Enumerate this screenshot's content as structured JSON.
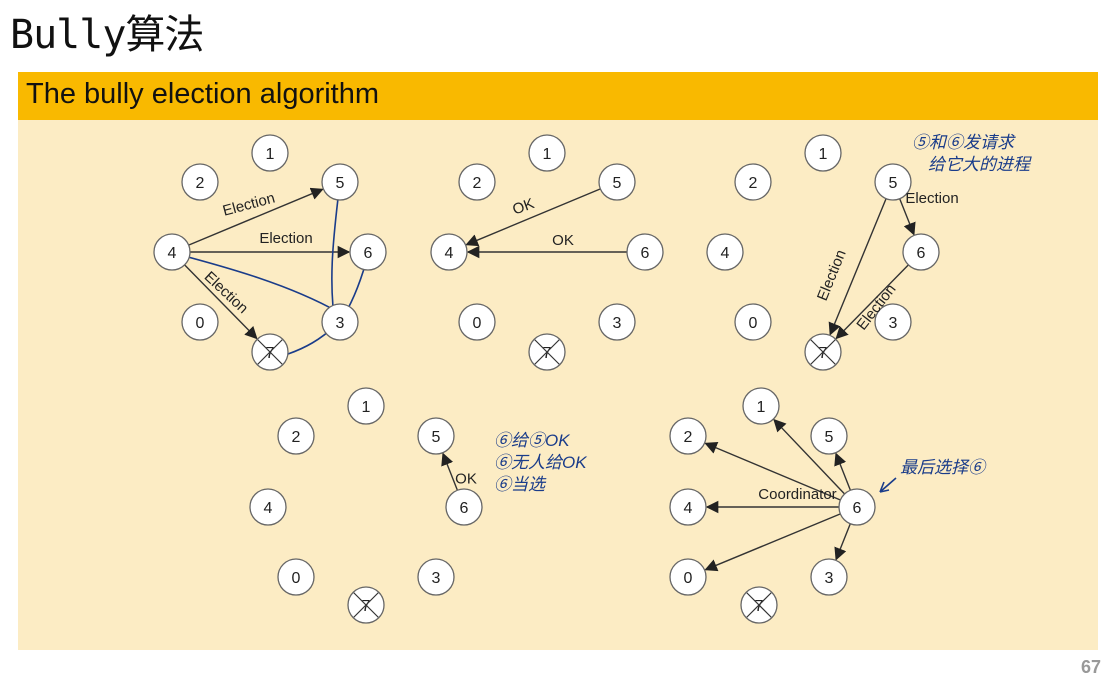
{
  "slide": {
    "title": "Bully算法",
    "page_number": "67"
  },
  "panel": {
    "title": "The bully election algorithm"
  },
  "colors": {
    "header": "#f9b900",
    "panel_bg": "#fcecc4",
    "ink": "#1a3c8a",
    "node_fill": "#ffffff",
    "node_stroke": "#666666"
  },
  "diagrams": [
    {
      "id": "step-1",
      "nodes": [
        "1",
        "2",
        "5",
        "4",
        "6",
        "0",
        "3",
        "7"
      ],
      "crashed": [
        "7"
      ],
      "messages": [
        {
          "from": "4",
          "to": "5",
          "label": "Election"
        },
        {
          "from": "4",
          "to": "6",
          "label": "Election"
        },
        {
          "from": "4",
          "to": "7",
          "label": "Election"
        }
      ]
    },
    {
      "id": "step-2",
      "nodes": [
        "1",
        "2",
        "5",
        "4",
        "6",
        "0",
        "3",
        "7"
      ],
      "crashed": [
        "7"
      ],
      "messages": [
        {
          "from": "5",
          "to": "4",
          "label": "OK"
        },
        {
          "from": "6",
          "to": "4",
          "label": "OK"
        }
      ]
    },
    {
      "id": "step-3",
      "nodes": [
        "1",
        "2",
        "5",
        "4",
        "6",
        "0",
        "3",
        "7"
      ],
      "crashed": [
        "7"
      ],
      "messages": [
        {
          "from": "5",
          "to": "6",
          "label": "Election"
        },
        {
          "from": "5",
          "to": "7",
          "label": "Election"
        },
        {
          "from": "6",
          "to": "7",
          "label": "Election"
        }
      ],
      "annotation": [
        "⑤和⑥发请求",
        "给它大的进程"
      ]
    },
    {
      "id": "step-4",
      "nodes": [
        "1",
        "2",
        "5",
        "4",
        "6",
        "0",
        "3",
        "7"
      ],
      "crashed": [
        "7"
      ],
      "messages": [
        {
          "from": "6",
          "to": "5",
          "label": "OK"
        }
      ],
      "annotation": [
        "⑥给⑤OK",
        "⑥无人给OK",
        "⑥当选"
      ]
    },
    {
      "id": "step-5",
      "nodes": [
        "1",
        "2",
        "5",
        "4",
        "6",
        "0",
        "3",
        "7"
      ],
      "crashed": [
        "7"
      ],
      "messages": [
        {
          "from": "6",
          "to": "4",
          "label": "Coordinator"
        },
        {
          "from": "6",
          "to": "1",
          "label": ""
        },
        {
          "from": "6",
          "to": "2",
          "label": ""
        },
        {
          "from": "6",
          "to": "5",
          "label": ""
        },
        {
          "from": "6",
          "to": "0",
          "label": ""
        },
        {
          "from": "6",
          "to": "3",
          "label": ""
        }
      ],
      "annotation": [
        "最后选择⑥"
      ]
    }
  ]
}
